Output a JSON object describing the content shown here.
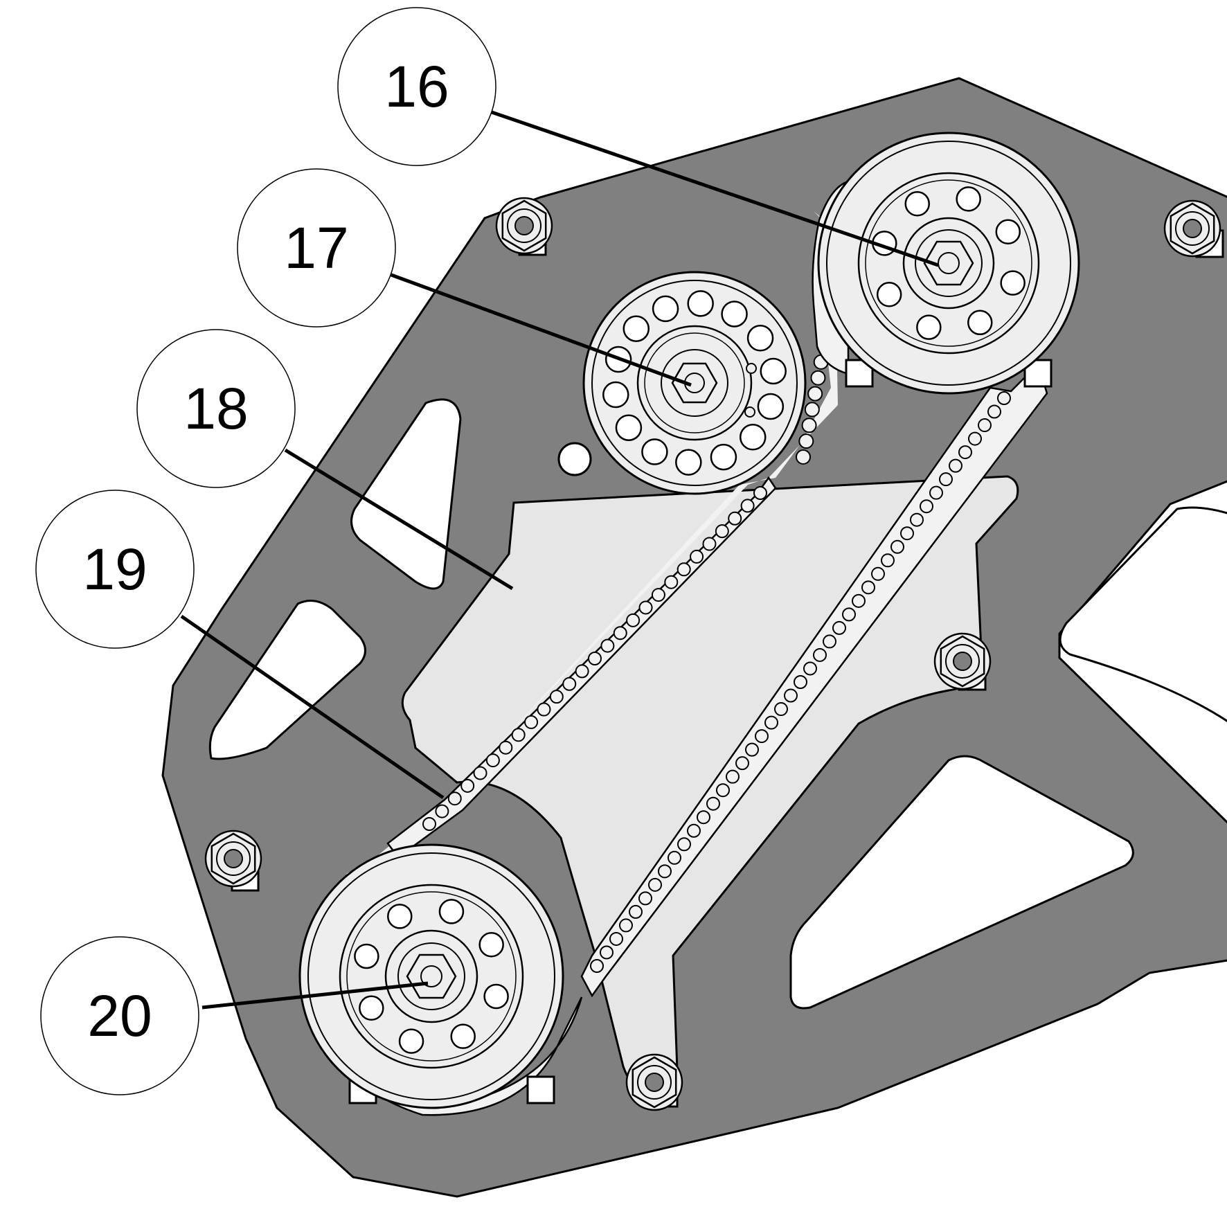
{
  "colors": {
    "plate": "#808080",
    "plate_cutout": "#ffffff",
    "guard": "#e6e6e6",
    "pulley": "#eeeeee",
    "belt": "#f2f2f2",
    "stroke": "#000000"
  },
  "callouts": [
    {
      "id": "16",
      "label": "16"
    },
    {
      "id": "17",
      "label": "17"
    },
    {
      "id": "18",
      "label": "18"
    },
    {
      "id": "19",
      "label": "19"
    },
    {
      "id": "20",
      "label": "20"
    }
  ]
}
